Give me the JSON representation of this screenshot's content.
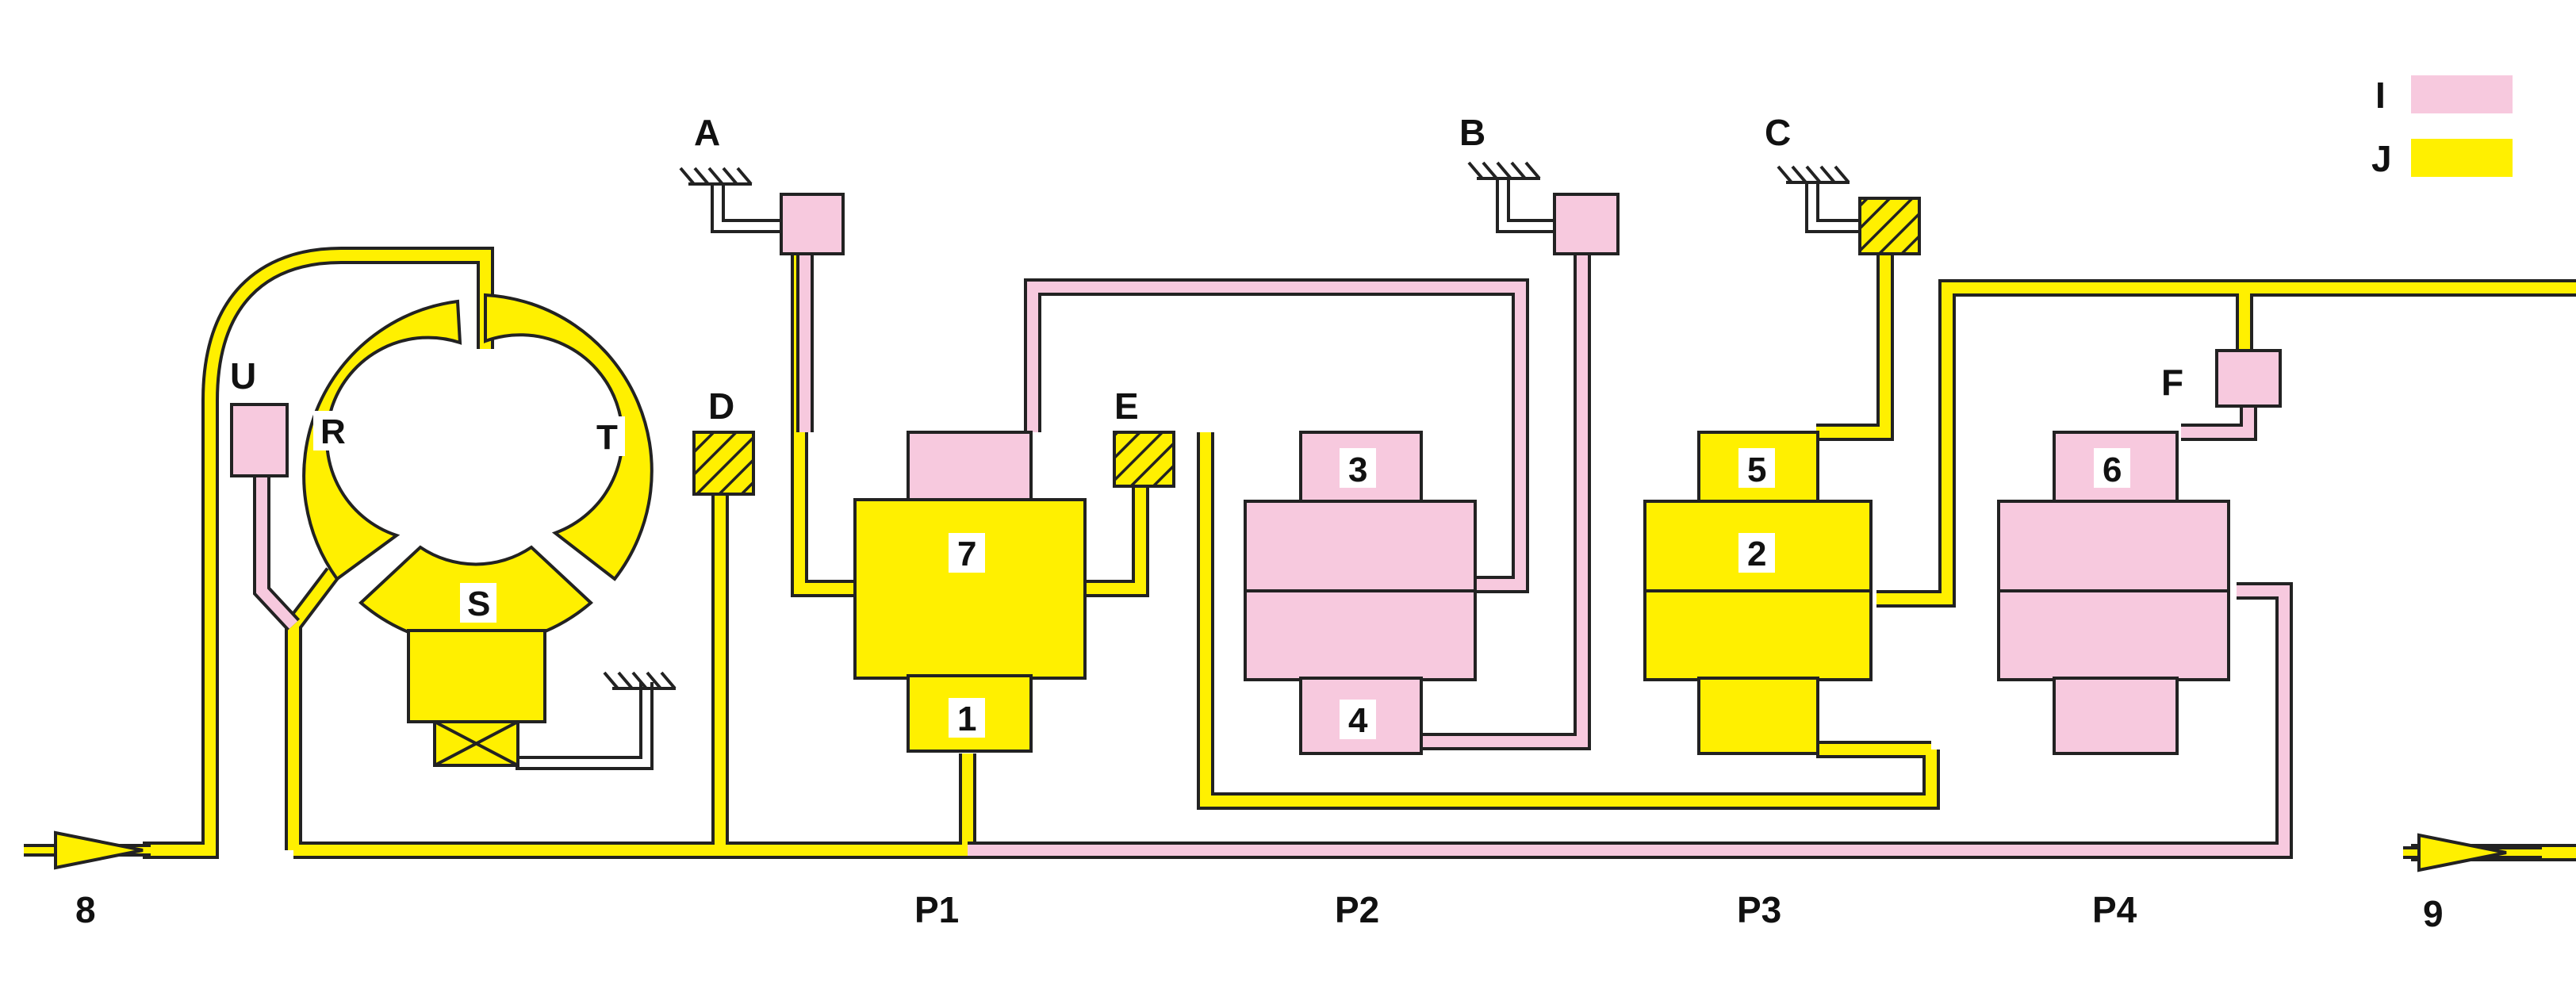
{
  "colors": {
    "pink": "#f7c9de",
    "yellow": "#fff000",
    "outline": "#222222",
    "hatch": "#222222",
    "background": "#ffffff"
  },
  "legend": [
    {
      "key": "I",
      "color": "pink"
    },
    {
      "key": "J",
      "color": "yellow"
    }
  ],
  "labels": {
    "A": "A",
    "B": "B",
    "C": "C",
    "D": "D",
    "E": "E",
    "F": "F",
    "U": "U",
    "R": "R",
    "S": "S",
    "T": "T",
    "n1": "1",
    "n2": "2",
    "n3": "3",
    "n4": "4",
    "n5": "5",
    "n6": "6",
    "n7": "7",
    "n8": "8",
    "n9": "9",
    "P1": "P1",
    "P2": "P2",
    "P3": "P3",
    "P4": "P4"
  },
  "icons": {
    "inlet": "arrow-right-icon",
    "outlet": "arrow-right-icon",
    "ground": "ground-hatch-icon",
    "pump_motor": "cross-box-icon"
  }
}
